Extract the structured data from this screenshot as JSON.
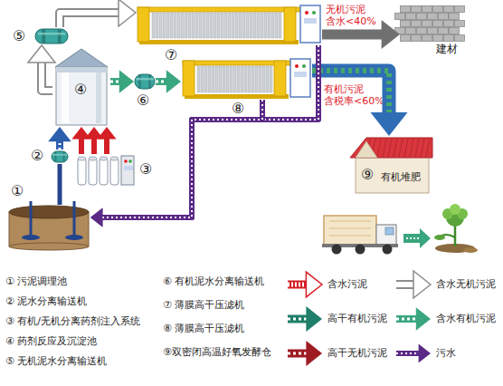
{
  "diagram": {
    "nodes": [
      {
        "text": [
          "⑤"
        ]
      },
      {
        "text": [
          "⑦"
        ]
      },
      {
        "text": [
          "建材"
        ]
      },
      {
        "text": [
          "④"
        ]
      },
      {
        "text": [
          "⑥"
        ]
      },
      {
        "text": [
          "⑧"
        ]
      },
      {
        "text": [
          "⑨",
          "有机堆肥"
        ]
      },
      {
        "text": [
          "②"
        ]
      },
      {
        "text": [
          "③"
        ]
      },
      {
        "text": [
          "①"
        ]
      }
    ],
    "edges": [
      {
        "from": 9,
        "to": 7,
        "arrow": "none"
      },
      {
        "from": 7,
        "to": 3,
        "arrow": "to"
      },
      {
        "from": 8,
        "to": 3,
        "arrow": "to"
      },
      {
        "from": 3,
        "to": 0,
        "arrow": "to"
      },
      {
        "from": 0,
        "to": 1,
        "arrow": "to"
      },
      {
        "from": 1,
        "to": 2,
        "arrow": "to"
      },
      {
        "from": 3,
        "to": 4,
        "arrow": "to"
      },
      {
        "from": 4,
        "to": 5,
        "arrow": "to"
      },
      {
        "from": 5,
        "to": 6,
        "arrow": "to"
      },
      {
        "from": 1,
        "to": 9,
        "arrow": "to"
      },
      {
        "from": 5,
        "to": 9,
        "arrow": "to"
      }
    ],
    "labels": [
      "无机污泥 含水<40%",
      "有机污泥 含税率<60%",
      "① 污泥调理池",
      "② 泥水分离输送机",
      "③ 有机/无机分离药剂注入系统",
      "④ 药剂反应及沉淀池",
      "⑤ 无机泥水分离输送机",
      "⑥ 有机泥水分离输送机",
      "⑦ 薄膜高干压滤机",
      "⑧ 薄膜高干压滤机",
      "⑨双密闭高温好氧发酵仓"
    ],
    "legend": [
      {
        "text": "含水污泥"
      },
      {
        "text": "含水无机污泥"
      },
      {
        "text": "高干有机污泥"
      },
      {
        "text": "含水有机污泥"
      },
      {
        "text": "高干无机污泥"
      },
      {
        "text": "污水"
      }
    ]
  }
}
